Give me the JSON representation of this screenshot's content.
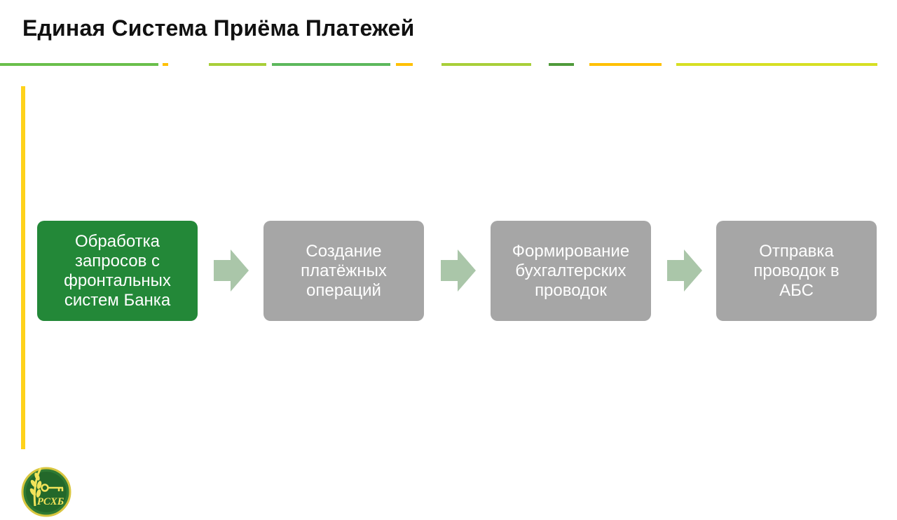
{
  "slide": {
    "title": "Единая Система Приёма Платежей"
  },
  "colors": {
    "green": "#238838",
    "gray": "#a6a6a6",
    "arrow": "#aac6a9",
    "yellow_bar": "#ffd21a",
    "stripe_palette": [
      "#6abf4b",
      "#ffc000",
      "#a8cf38",
      "#5cb85c",
      "#4f9a3a",
      "#d6df23"
    ]
  },
  "process": {
    "steps": [
      {
        "label": "Обработка\nзапросов с\nфронтальных\nсистем Банка",
        "state": "active"
      },
      {
        "label": "Создание\nплатёжных\nопераций",
        "state": "inactive"
      },
      {
        "label": "Формирование\nбухгалтерских\nпроводок",
        "state": "inactive"
      },
      {
        "label": "Отправка\nпроводок в\nАБС",
        "state": "inactive"
      }
    ],
    "connectors": [
      "arrow-right",
      "arrow-right",
      "arrow-right"
    ]
  },
  "logo": {
    "icon": "bank-emblem-icon",
    "text": "РСХБ"
  }
}
